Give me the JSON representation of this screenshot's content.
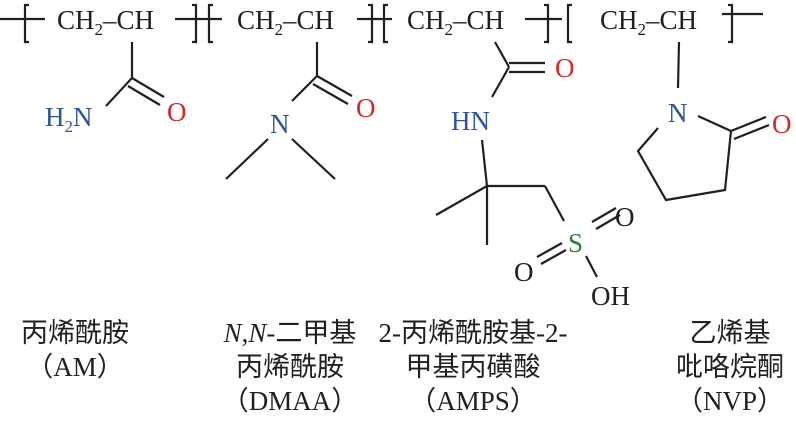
{
  "chain_unit": {
    "a": "CH",
    "sub": "2",
    "b": "–CH"
  },
  "atoms": {
    "O": "O",
    "N": "N",
    "S": "S",
    "HN": "HN",
    "OH": "OH",
    "H2N_h": "H",
    "H2N_sub": "2",
    "H2N_n": "N"
  },
  "colors": {
    "nitrogen": "#2e5597",
    "oxygen": "#d22b2b",
    "sulfur": "#2e7d3a",
    "bond": "#231f20"
  },
  "monomers": [
    {
      "id": "AM",
      "lines": [
        "丙烯酰胺",
        "（AM）"
      ]
    },
    {
      "id": "DMAA",
      "italic_prefix": "N",
      "comma": ",",
      "italic_prefix2": "N",
      "line1_rest": "-二甲基",
      "lines": [
        "丙烯酰胺",
        "（DMAA）"
      ]
    },
    {
      "id": "AMPS",
      "lines": [
        "2-丙烯酰胺基-2-",
        "甲基丙磺酸",
        "（AMPS）"
      ]
    },
    {
      "id": "NVP",
      "lines": [
        "乙烯基",
        "吡咯烷酮",
        "（NVP）"
      ]
    }
  ]
}
